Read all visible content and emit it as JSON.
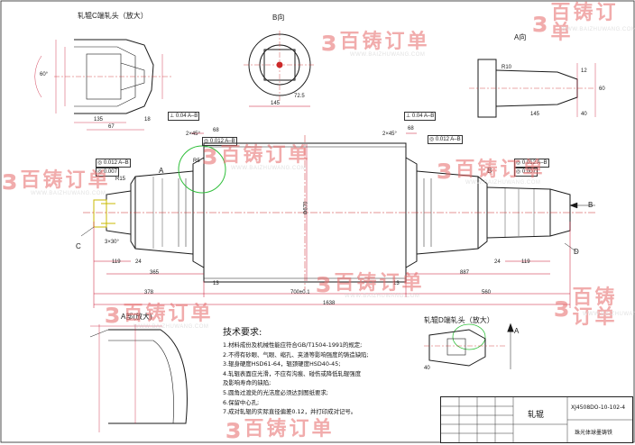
{
  "views": {
    "c_end_label": "轧辊C端轧头（放大）",
    "b_view_label": "B向",
    "a_view_label": "A向",
    "a_detail_label": "A部(放大)",
    "d_end_label": "轧辊D端轧头（放大）"
  },
  "main_dims": [
    {
      "id": "d-1638",
      "text": "1638"
    },
    {
      "id": "d-700",
      "text": "700±0.1"
    },
    {
      "id": "d-378",
      "text": "378"
    },
    {
      "id": "d-560",
      "text": "560"
    },
    {
      "id": "d-365",
      "text": "365"
    },
    {
      "id": "d-887",
      "text": "887"
    },
    {
      "id": "d-119",
      "text": "119"
    },
    {
      "id": "d-119b",
      "text": "119"
    },
    {
      "id": "d-13",
      "text": "13"
    },
    {
      "id": "d-13b",
      "text": "13"
    },
    {
      "id": "d-24",
      "text": "24"
    },
    {
      "id": "d-24b",
      "text": "24"
    },
    {
      "id": "d-68",
      "text": "68"
    },
    {
      "id": "d-68b",
      "text": "68"
    },
    {
      "id": "d-2x45",
      "text": "2×45°"
    },
    {
      "id": "d-2x45b",
      "text": "2×45°"
    },
    {
      "id": "d-670",
      "text": "Φ670"
    },
    {
      "id": "d-38",
      "text": "3×30°"
    },
    {
      "id": "d-r15",
      "text": "R15"
    },
    {
      "id": "d-r5",
      "text": "R5"
    }
  ],
  "tolerances": [
    {
      "id": "tol-1",
      "text": "⊥ 0.04 A–B"
    },
    {
      "id": "tol-2",
      "text": "⊥ 0.04 A–B"
    },
    {
      "id": "tol-3",
      "text": "◎ 0.012 A–B"
    },
    {
      "id": "tol-4",
      "text": "◎ 0.012 A–B"
    },
    {
      "id": "tol-5",
      "text": "◎ 0.012 A–B"
    },
    {
      "id": "tol-6",
      "text": "◎ 0.012 A–B"
    },
    {
      "id": "tol-7",
      "text": "◎ 0.007"
    },
    {
      "id": "tol-8",
      "text": "◎ 0.007"
    }
  ],
  "markers": {
    "a": "A",
    "b": "B",
    "c": "C",
    "d": "D",
    "b_arrow": "B",
    "a_arrow": "A"
  },
  "b_view_dims": {
    "w": "145",
    "h": "72.5"
  },
  "a_view_dims": {
    "r": "R10",
    "w": "145",
    "t": "12",
    "a": "40",
    "b": "60"
  },
  "c_end_dims": {
    "a": "135",
    "b": "67",
    "c": "60°",
    "d": "18"
  },
  "d_end_dims": {
    "a": "40"
  },
  "tech": {
    "heading": "技术要求:",
    "lines": [
      "1.材料成份及机械性能应符合GB/T1504-1991的规定;",
      "2.不得有砂眼、气眼、缩孔、夹渣等影响强度的铸造缺陷;",
      "3.辊身硬度HSD61-64，辊颈硬度HSD40-45;",
      "4.轧辊表面应光滑，不应有沟痕、碰伤或降低轧辊强度",
      "   及影响寿命的缺陷;",
      "5.圆角过渡处的光洁度必须达到图纸要求;",
      "6.保留中心孔;",
      "7.成对轧辊的实际直径偏差0.12，并打印成对记号。"
    ]
  },
  "title_block": {
    "part_name": "轧辊",
    "drawing_no": "XJ4508DO-10-102-4",
    "material": "珠光体球墨铸铁"
  },
  "watermarks": {
    "logo": "з",
    "brand": "百铸订单",
    "url": "WWW.BAIZHUWANG.COM"
  },
  "colors": {
    "line": "#1a1a1a",
    "center": "#cc2a2a",
    "dim": "#c8102e",
    "watermark": "#e76a6a",
    "highlight": "#2fbf3a"
  }
}
